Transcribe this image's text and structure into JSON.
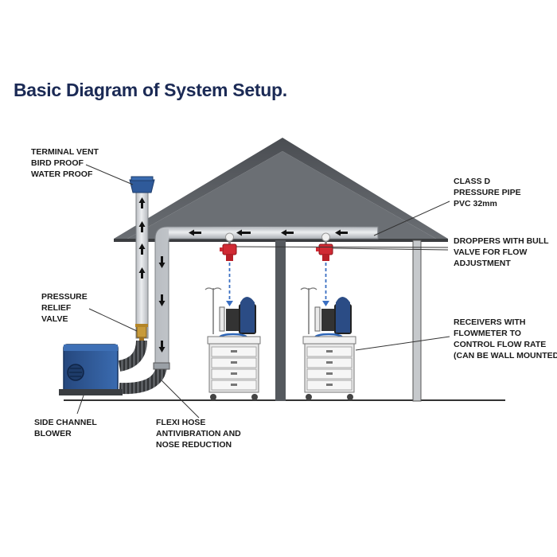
{
  "title": "Basic Diagram of System Setup.",
  "labels": {
    "terminal_vent": [
      "TERMINAL VENT",
      "BIRD PROOF",
      "WATER PROOF"
    ],
    "pressure_relief": [
      "PRESSURE",
      "RELIEF",
      "VALVE"
    ],
    "side_channel_blower": [
      "SIDE CHANNEL",
      "BLOWER"
    ],
    "flexi_hose": [
      "FLEXI HOSE",
      "ANTIVIBRATION AND",
      "NOSE REDUCTION"
    ],
    "class_d_pipe": [
      "CLASS D",
      "PRESSURE PIPE",
      "PVC 32mm"
    ],
    "droppers": [
      "DROPPERS WITH BULL",
      "VALVE FOR FLOW",
      "ADJUSTMENT"
    ],
    "receivers": [
      "RECEIVERS WITH",
      "FLOWMETER TO",
      "CONTROL FLOW RATE",
      "(CAN BE WALL MOUNTED)"
    ]
  },
  "colors": {
    "roof": "#5b5e63",
    "pipe": "#d4d8dc",
    "blower": "#2f5a9a",
    "vent_cap": "#2f5a9a",
    "dropper_valve": "#d02a34",
    "flow_arrow": "#111111",
    "drop_line": "#3a6fc2",
    "title": "#1b2a55"
  }
}
